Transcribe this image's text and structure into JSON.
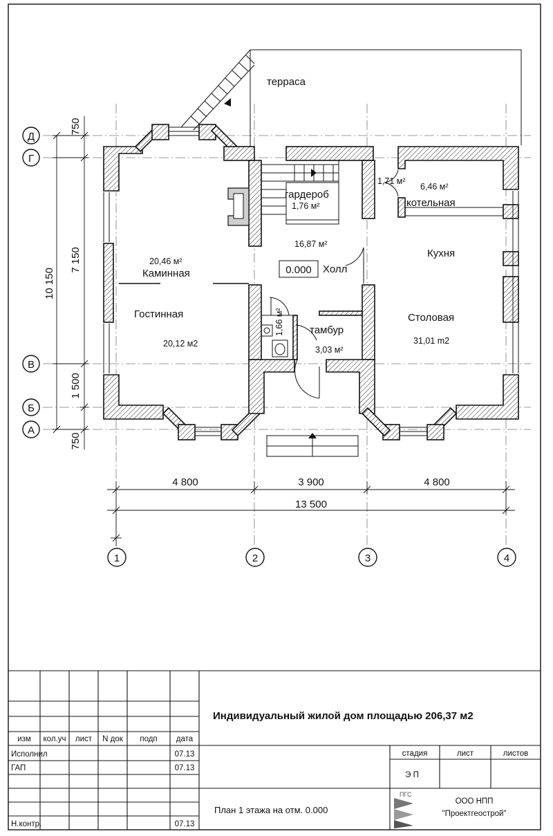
{
  "drawing": {
    "terrace_label": "терраса",
    "rooms": {
      "wardrobe_name": "гардероб",
      "wardrobe_area": "1,76 м²",
      "boiler_corridor_area": "1,71 м²",
      "boiler_area": "6,46 м²",
      "boiler_name": "котельная",
      "hall_area": "16,87 м²",
      "hall_name": "Холл",
      "level_mark": "0.000",
      "fireplace_area": "20,46 м²",
      "fireplace_name": "Каминная",
      "living_name": "Гостинная",
      "living_area": "20,12 м2",
      "wc_area": "1,66 м²",
      "vestibule_name": "тамбур",
      "vestibule_area": "3,03 м²",
      "kitchen_name": "Кухня",
      "dining_name": "Столовая",
      "dining_area": "31,01 m2"
    },
    "axes_letters": [
      "Д",
      "Г",
      "В",
      "Б",
      "А"
    ],
    "axes_numbers": [
      "1",
      "2",
      "3",
      "4"
    ],
    "dims_left": {
      "d_g": "750",
      "g_v": "7 150",
      "v_b": "1 500",
      "a_out": "750",
      "total": "10 150"
    },
    "dims_bottom": {
      "s12": "4 800",
      "s23": "3 900",
      "s34": "4 800",
      "total": "13 500"
    }
  },
  "title_block": {
    "headers": [
      "изм",
      "кол.уч",
      "лист",
      "N док",
      "подп",
      "дата"
    ],
    "rows": [
      {
        "role": "Исполнил",
        "date": "07.13"
      },
      {
        "role": "ГАП",
        "date": "07.13"
      },
      {
        "role": "Н.контр.",
        "date": "07.13"
      }
    ],
    "project_title": "Индивидуальный жилой  дом площадью  206,37 м2",
    "sheet_title": "План  1  этажа  на  отм.  0.000",
    "stage_header": "стадия",
    "sheet_header": "лист",
    "sheets_header": "листов",
    "stage_value": "Э П",
    "logo_text": "ПГС",
    "company_line1": "ООО   НПП",
    "company_line2": "\"Проектгеострой\""
  }
}
